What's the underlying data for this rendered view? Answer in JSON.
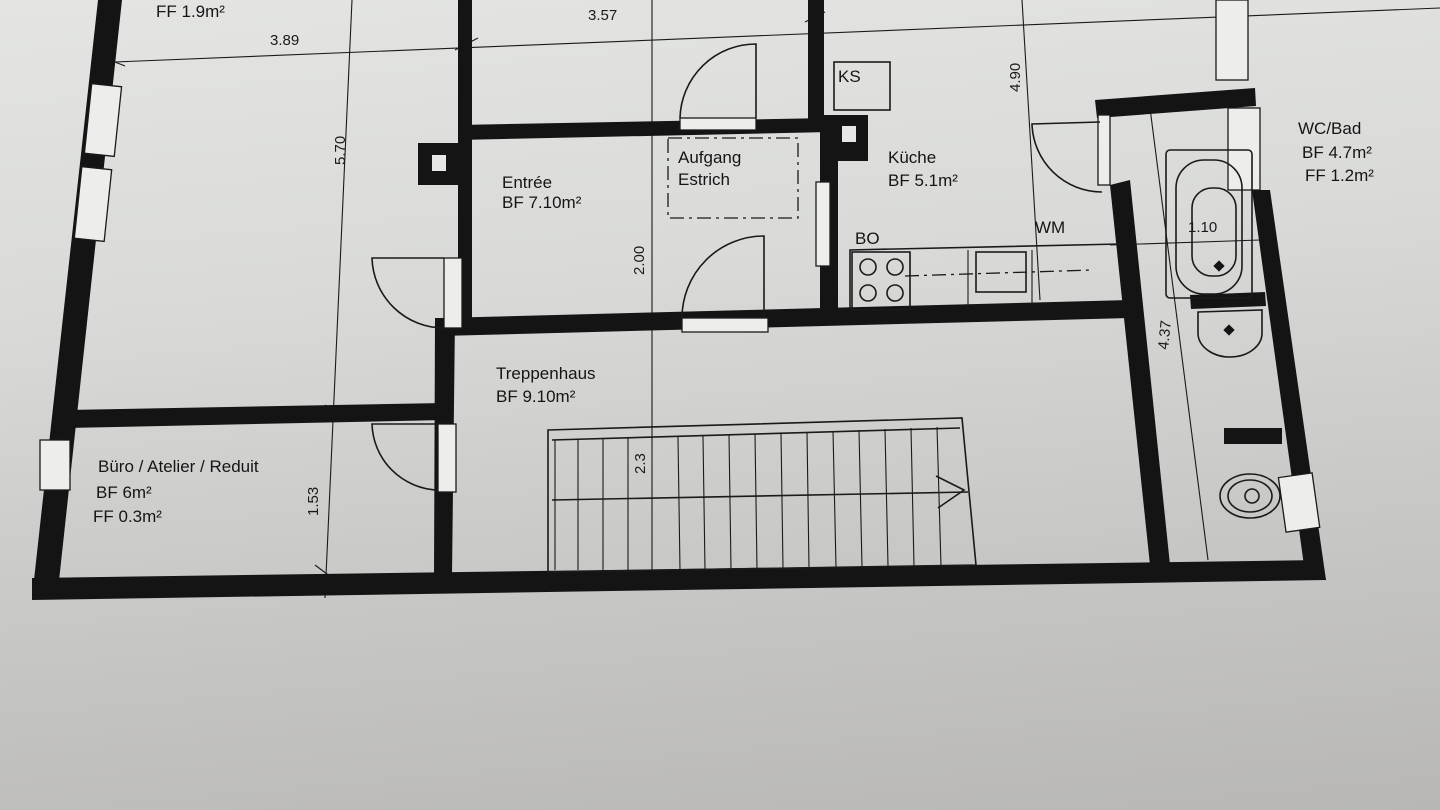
{
  "plan": {
    "rooms": [
      {
        "id": "top-left",
        "lines": [
          "FF 1.9m²"
        ]
      },
      {
        "id": "entree",
        "name": "Entrée",
        "area": "BF 7.10m²"
      },
      {
        "id": "aufgang",
        "name": "Aufgang",
        "name2": "Estrich"
      },
      {
        "id": "kueche",
        "name": "Küche",
        "area": "BF 5.1m²"
      },
      {
        "id": "wc-bad",
        "name": "WC/Bad",
        "area": "BF 4.7m²",
        "ff": "FF 1.2m²"
      },
      {
        "id": "treppenhaus",
        "name": "Treppenhaus",
        "area": "BF 9.10m²"
      },
      {
        "id": "buero",
        "name": "Büro / Atelier / Reduit",
        "area": "BF 6m²",
        "ff": "FF 0.3m²"
      }
    ],
    "fixtures": {
      "ks": "KS",
      "bo": "BO",
      "wm": "WM"
    },
    "dimensions": {
      "d389": "3.89",
      "d357": "3.57",
      "d570": "5.70",
      "d490": "4.90",
      "d200": "2.00",
      "d110": "1.10",
      "d437": "4.37",
      "d153": "1.53",
      "d23": "2.3"
    }
  }
}
